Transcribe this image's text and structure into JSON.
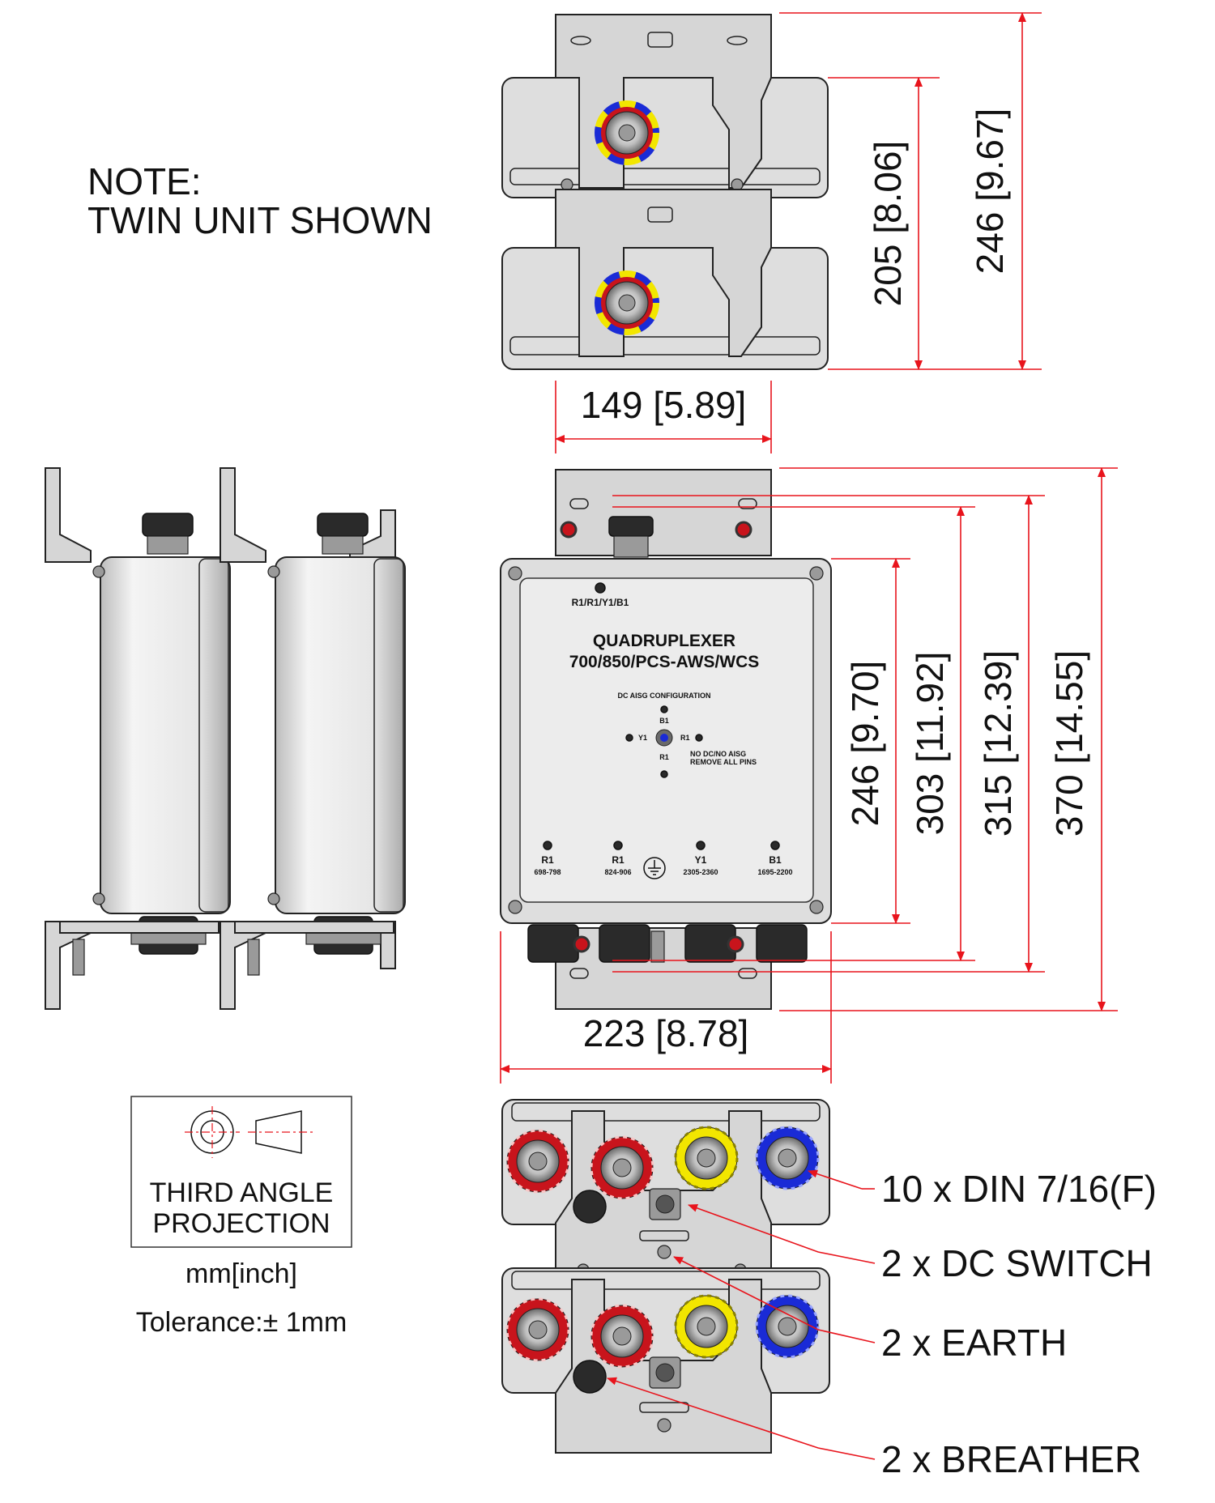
{
  "note": {
    "line1": "NOTE:",
    "line2": "TWIN UNIT SHOWN"
  },
  "projection": {
    "line1": "THIRD ANGLE",
    "line2": "PROJECTION"
  },
  "units": "mm[inch]",
  "tolerance": "Tolerance:± 1mm",
  "dimensions": {
    "top_height_inner": "205 [8.06]",
    "top_height_outer": "246 [9.67]",
    "top_width": "149 [5.89]",
    "front_h1": "246 [9.70]",
    "front_h2": "303 [11.92]",
    "front_h3": "315 [12.39]",
    "front_h4": "370 [14.55]",
    "front_width": "223 [8.78]"
  },
  "panel": {
    "port_label": "R1/R1/Y1/B1",
    "title1": "QUADRUPLEXER",
    "title2": "700/850/PCS-AWS/WCS",
    "aisg_title": "DC AISG CONFIGURATION",
    "pin_b1": "B1",
    "pin_y1": "Y1",
    "pin_r1_right": "R1",
    "pin_r1_bottom": "R1",
    "no_dc1": "NO DC/NO AISG",
    "no_dc2": "REMOVE ALL PINS",
    "ports": [
      {
        "name": "R1",
        "range": "698-798"
      },
      {
        "name": "R1",
        "range": "824-906"
      },
      {
        "name": "Y1",
        "range": "2305-2360"
      },
      {
        "name": "B1",
        "range": "1695-2200"
      }
    ]
  },
  "callouts": {
    "din": "10 x DIN 7/16(F)",
    "dc_switch": "2 x DC SWITCH",
    "earth": "2 x EARTH",
    "breather": "2 x BREATHER"
  },
  "colors": {
    "dimension": "#e8141c",
    "port_red": "#c8141c",
    "port_yellow": "#f2e600",
    "port_blue": "#1a2bd6"
  }
}
